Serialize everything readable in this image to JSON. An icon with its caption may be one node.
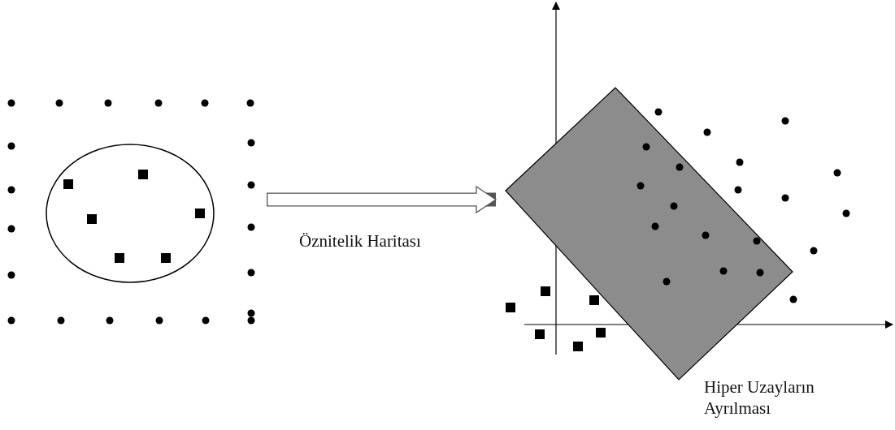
{
  "diagram": {
    "nodes": [
      {
        "text": [],
        "shape": "picture"
      },
      {
        "text": [],
        "shape": "picture",
        "beside": [
          "Hiper Uzayların Ayrılması"
        ]
      }
    ],
    "edges": [
      {
        "from": 0,
        "to": 1,
        "arrow": "to",
        "label": "Öznitelik Haritası"
      }
    ]
  }
}
